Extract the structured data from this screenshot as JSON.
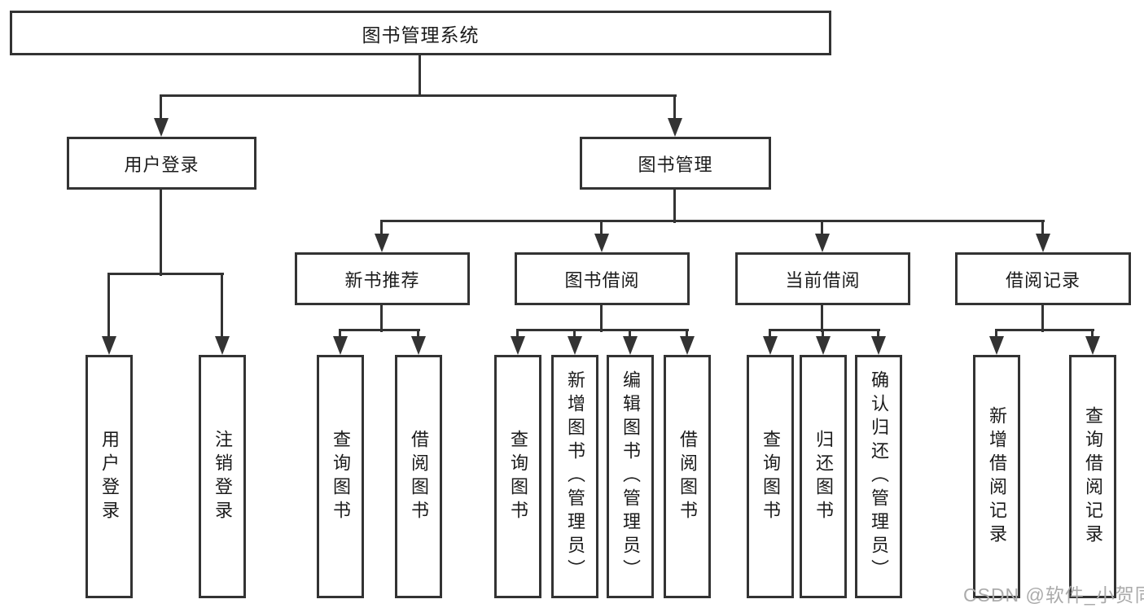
{
  "diagram": {
    "root": {
      "label": "图书管理系统"
    },
    "level2": [
      {
        "label": "用户登录",
        "children": [
          "用户登录",
          "注销登录"
        ]
      },
      {
        "label": "图书管理",
        "groups": [
          {
            "label": "新书推荐",
            "children": [
              "查询图书",
              "借阅图书"
            ]
          },
          {
            "label": "图书借阅",
            "children": [
              "查询图书",
              "新增图书（管理员）",
              "编辑图书（管理员）",
              "借阅图书"
            ]
          },
          {
            "label": "当前借阅",
            "children": [
              "查询图书",
              "归还图书",
              "确认归还（管理员）"
            ]
          },
          {
            "label": "借阅记录",
            "children": [
              "新增借阅记录",
              "查询借阅记录"
            ]
          }
        ]
      }
    ]
  },
  "watermark": "CSDN @软件_小贺同学",
  "colors": {
    "line": "#333333",
    "text": "#1b1b1b",
    "background": "#ffffff",
    "watermark": "#ababab"
  }
}
